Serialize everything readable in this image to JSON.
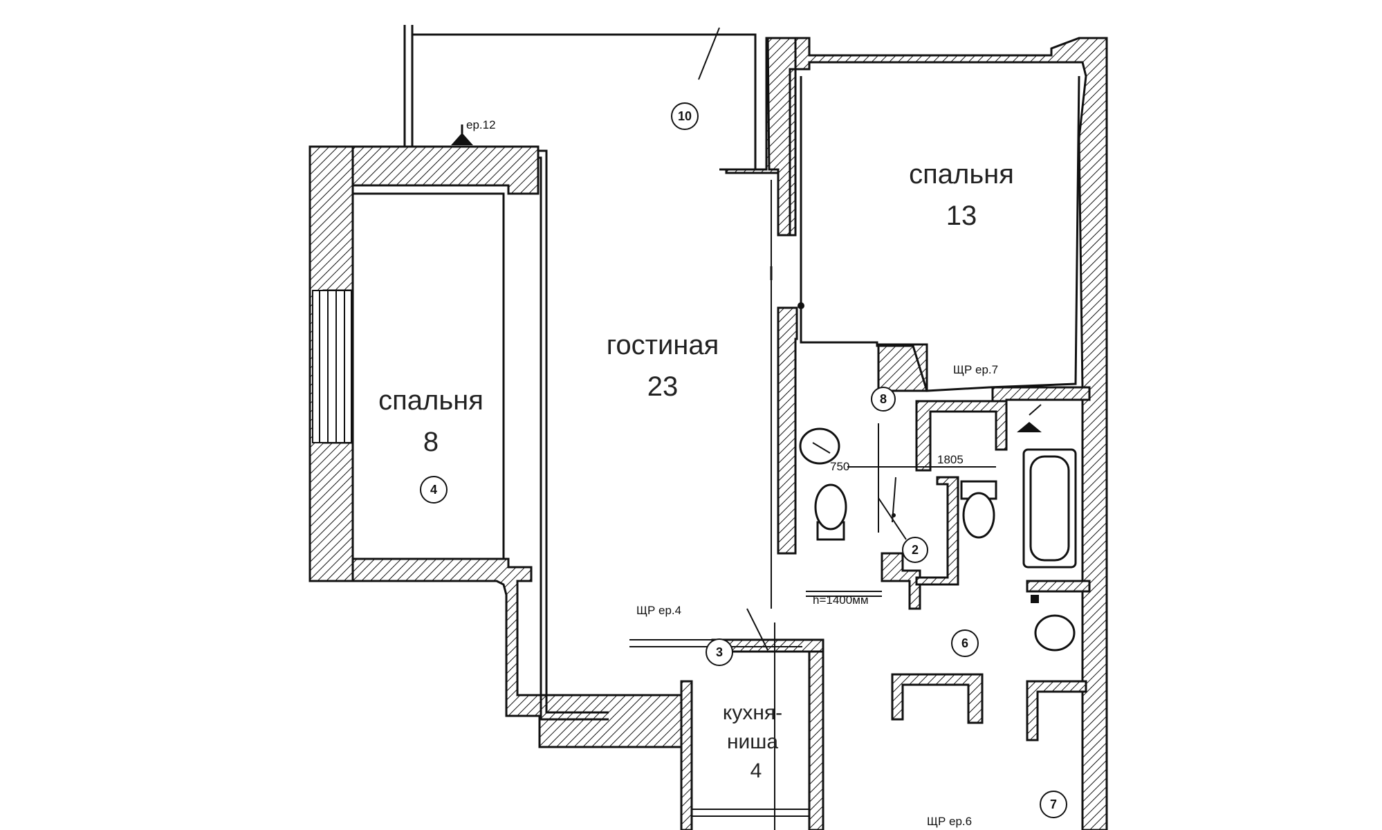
{
  "rooms": {
    "bedroom_left": {
      "name": "спальня",
      "area": "8"
    },
    "bedroom_right": {
      "name": "спальня",
      "area": "13"
    },
    "living": {
      "name": "гостиная",
      "area": "23"
    },
    "kitchen": {
      "name_line1": "кухня-",
      "name_line2": "ниша",
      "area": "4"
    }
  },
  "markers": {
    "m2": "2",
    "m3": "3",
    "m4": "4",
    "m6": "6",
    "m7": "7",
    "m8": "8",
    "m10": "10"
  },
  "annotations": {
    "er12": "ер.12",
    "shr_er7": "ЩР  ер.7",
    "shr_er4": "ЩР  ер.4",
    "shr_er6": "ЩР  ер.6",
    "h1400": "h=1400мм",
    "dim_1805": "1805",
    "dim_750": "750"
  },
  "colors": {
    "ink": "#111111",
    "background": "#ffffff"
  }
}
